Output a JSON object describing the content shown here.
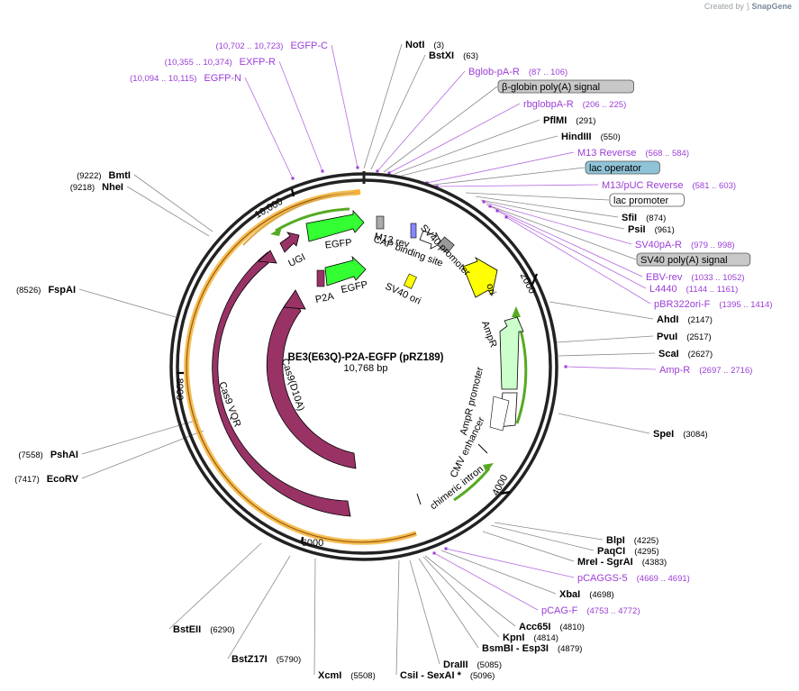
{
  "credit": {
    "prefix": "Created by",
    "brand": "SnapGene"
  },
  "plasmid": {
    "name": "BE3(E63Q)-P2A-EGFP (pRZ189)",
    "length_label": "10,768 bp"
  },
  "ticks": [
    "10,000",
    "2000",
    "4000",
    "6000",
    "8000"
  ],
  "features": [
    {
      "name": "EGFP",
      "kind": "cds",
      "color": "#33ff33"
    },
    {
      "name": "UGI",
      "kind": "cds",
      "color": "#993366"
    },
    {
      "name": "EGFP",
      "kind": "cds",
      "color": "#33ff33"
    },
    {
      "name": "P2A",
      "kind": "cds",
      "color": "#993366"
    },
    {
      "name": "Cas9 VQR",
      "kind": "cds",
      "color": "#993366"
    },
    {
      "name": "Cas9(D10A)",
      "kind": "cds",
      "color": "#993366"
    },
    {
      "name": "M13 rev",
      "kind": "misc"
    },
    {
      "name": "CAP binding site",
      "kind": "misc"
    },
    {
      "name": "SV40 promoter",
      "kind": "promoter",
      "color": "#aaaaaa"
    },
    {
      "name": "SV40 ori",
      "kind": "rep",
      "color": "#ffff00"
    },
    {
      "name": "ori",
      "kind": "rep",
      "color": "#ffff00"
    },
    {
      "name": "AmpR",
      "kind": "cds",
      "color": "#ccffcc"
    },
    {
      "name": "AmpR promoter",
      "kind": "promoter",
      "color": "#ffffff"
    },
    {
      "name": "CMV enhancer",
      "kind": "enhancer",
      "color": "#ffffff"
    },
    {
      "name": "chimeric intron",
      "kind": "intron"
    }
  ],
  "labels": [
    {
      "name": "NotI",
      "pos": "(3)",
      "kind": "site"
    },
    {
      "name": "BstXI",
      "pos": "(63)",
      "kind": "site"
    },
    {
      "name": "Bglob-pA-R",
      "pos": "(87 .. 106)",
      "kind": "primer"
    },
    {
      "name": "β-globin poly(A) signal",
      "pos": "",
      "kind": "box-gray"
    },
    {
      "name": "rbglobpA-R",
      "pos": "(206 .. 225)",
      "kind": "primer"
    },
    {
      "name": "PflMI",
      "pos": "(291)",
      "kind": "site"
    },
    {
      "name": "HindIII",
      "pos": "(550)",
      "kind": "site"
    },
    {
      "name": "M13 Reverse",
      "pos": "(568 .. 584)",
      "kind": "primer"
    },
    {
      "name": "lac operator",
      "pos": "",
      "kind": "box-blue"
    },
    {
      "name": "M13/pUC Reverse",
      "pos": "(581 .. 603)",
      "kind": "primer"
    },
    {
      "name": "lac promoter",
      "pos": "",
      "kind": "box-white"
    },
    {
      "name": "SfiI",
      "pos": "(874)",
      "kind": "site"
    },
    {
      "name": "PsiI",
      "pos": "(961)",
      "kind": "site"
    },
    {
      "name": "SV40pA-R",
      "pos": "(979 .. 998)",
      "kind": "primer"
    },
    {
      "name": "SV40 poly(A) signal",
      "pos": "",
      "kind": "box-gray"
    },
    {
      "name": "EBV-rev",
      "pos": "(1033 .. 1052)",
      "kind": "primer"
    },
    {
      "name": "L4440",
      "pos": "(1144 .. 1161)",
      "kind": "primer"
    },
    {
      "name": "pBR322ori-F",
      "pos": "(1395 .. 1414)",
      "kind": "primer"
    },
    {
      "name": "AhdI",
      "pos": "(2147)",
      "kind": "site"
    },
    {
      "name": "PvuI",
      "pos": "(2517)",
      "kind": "site"
    },
    {
      "name": "ScaI",
      "pos": "(2627)",
      "kind": "site"
    },
    {
      "name": "Amp-R",
      "pos": "(2697 .. 2716)",
      "kind": "primer"
    },
    {
      "name": "SpeI",
      "pos": "(3084)",
      "kind": "site"
    },
    {
      "name": "BlpI",
      "pos": "(4225)",
      "kind": "site"
    },
    {
      "name": "PaqCI",
      "pos": "(4295)",
      "kind": "site"
    },
    {
      "name": "MreI  -  SgrAI",
      "pos": "(4383)",
      "kind": "site"
    },
    {
      "name": "pCAGGS-5",
      "pos": "(4669 .. 4691)",
      "kind": "primer"
    },
    {
      "name": "XbaI",
      "pos": "(4698)",
      "kind": "site"
    },
    {
      "name": "pCAG-F",
      "pos": "(4753 .. 4772)",
      "kind": "primer"
    },
    {
      "name": "Acc65I",
      "pos": "(4810)",
      "kind": "site"
    },
    {
      "name": "KpnI",
      "pos": "(4814)",
      "kind": "site"
    },
    {
      "name": "BsmBI  -  Esp3I",
      "pos": "(4879)",
      "kind": "site"
    },
    {
      "name": "DraIII",
      "pos": "(5085)",
      "kind": "site"
    },
    {
      "name": "CsiI  -  SexAI *",
      "pos": "(5096)",
      "kind": "site"
    },
    {
      "name": "XcmI",
      "pos": "(5508)",
      "kind": "site"
    },
    {
      "name": "BstZ17I",
      "pos": "(5790)",
      "kind": "site"
    },
    {
      "name": "BstEII",
      "pos": "(6290)",
      "kind": "site"
    },
    {
      "name": "EcoRV",
      "pos": "(7417)",
      "kind": "site"
    },
    {
      "name": "PshAI",
      "pos": "(7558)",
      "kind": "site"
    },
    {
      "name": "FspAI",
      "pos": "(8526)",
      "kind": "site"
    },
    {
      "name": "NheI",
      "pos": "(9218)",
      "kind": "site"
    },
    {
      "name": "BmtI",
      "pos": "(9222)",
      "kind": "site"
    },
    {
      "name": "EGFP-N",
      "pos": "(10,094 .. 10,115)",
      "kind": "primer"
    },
    {
      "name": "EXFP-R",
      "pos": "(10,355 .. 10,374)",
      "kind": "primer"
    },
    {
      "name": "EGFP-C",
      "pos": "(10,702 .. 10,723)",
      "kind": "primer"
    }
  ]
}
